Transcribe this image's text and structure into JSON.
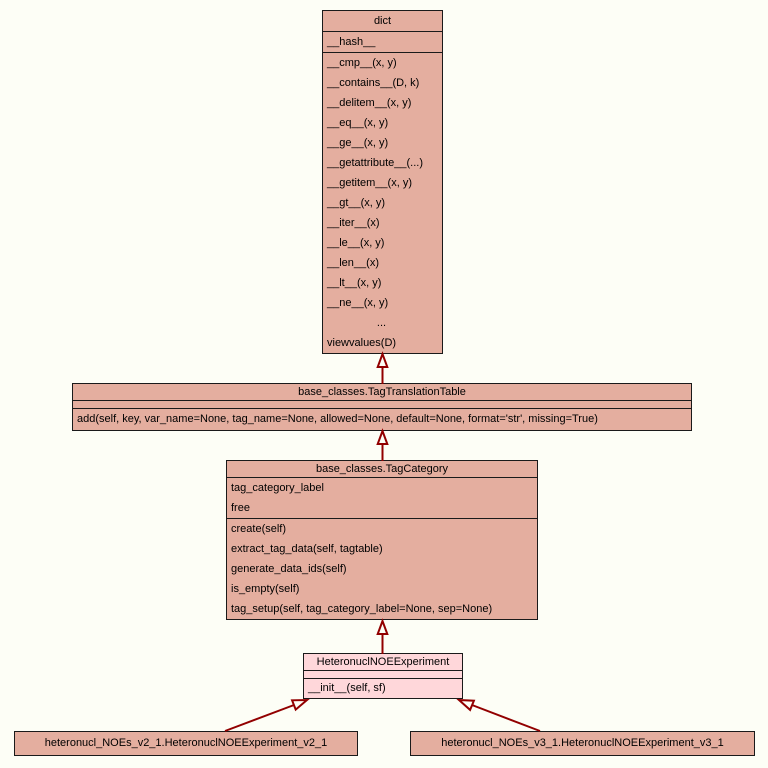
{
  "diagram": {
    "type": "uml-class-inheritance",
    "colors": {
      "bg": "#fdfef6",
      "node-fill": "#e4ae9f",
      "highlight-fill": "#ffd7da",
      "border": "#1a1a1a",
      "edge": "#920000",
      "text": "#000000"
    }
  },
  "classes": {
    "dict": {
      "title": "dict",
      "attributes": [
        "__hash__"
      ],
      "methods": [
        "__cmp__(x, y)",
        "__contains__(D, k)",
        "__delitem__(x, y)",
        "__eq__(x, y)",
        "__ge__(x, y)",
        "__getattribute__(...)",
        "__getitem__(x, y)",
        "__gt__(x, y)",
        "__iter__(x)",
        "__le__(x, y)",
        "__len__(x)",
        "__lt__(x, y)",
        "__ne__(x, y)",
        "...",
        "viewvalues(D)"
      ]
    },
    "ttt": {
      "title": "base_classes.TagTranslationTable",
      "attributes": [],
      "methods": [
        "add(self, key, var_name=None, tag_name=None, allowed=None, default=None, format='str', missing=True)"
      ]
    },
    "tc": {
      "title": "base_classes.TagCategory",
      "attributes": [
        "tag_category_label",
        "free"
      ],
      "methods": [
        "create(self)",
        "extract_tag_data(self, tagtable)",
        "generate_data_ids(self)",
        "is_empty(self)",
        "tag_setup(self, tag_category_label=None, sep=None)"
      ]
    },
    "hne": {
      "title": "HeteronuclNOEExperiment",
      "attributes": [],
      "methods": [
        "__init__(self, sf)"
      ]
    },
    "v2": {
      "title": "heteronucl_NOEs_v2_1.HeteronuclNOEExperiment_v2_1"
    },
    "v3": {
      "title": "heteronucl_NOEs_v3_1.HeteronuclNOEExperiment_v3_1"
    }
  }
}
